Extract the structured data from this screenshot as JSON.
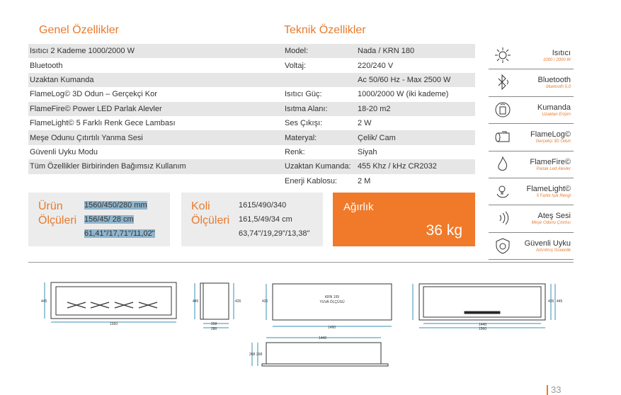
{
  "headings": {
    "general": "Genel Özellikler",
    "technical": "Teknik Özellikler"
  },
  "general_features": [
    "Isıtıcı 2 Kademe 1000/2000 W",
    "Bluetooth",
    "Uzaktan Kumanda",
    "FlameLog© 3D Odun – Gerçekçi Kor",
    "FlameFire© Power LED  Parlak Alevler",
    "FlameLight© 5 Farklı Renk Gece Lambası",
    "Meşe Odunu Çıtırtılı Yanma Sesi",
    "Güvenli Uyku Modu",
    "Tüm Özellikler Birbirinden Bağımsız Kullanım",
    "",
    ""
  ],
  "technical": [
    {
      "label": "Model:",
      "value": "Nada / KRN 180"
    },
    {
      "label": "Voltaj:",
      "value": "220/240 V"
    },
    {
      "label": "",
      "value": "Ac 50/60 Hz - Max 2500 W"
    },
    {
      "label": "Isıtıcı Güç:",
      "value": "1000/2000 W (iki kademe)"
    },
    {
      "label": "Isıtma Alanı:",
      "value": "18-20 m2"
    },
    {
      "label": "Ses Çıkışı:",
      "value": "2 W"
    },
    {
      "label": "Materyal:",
      "value": "Çelik/ Cam"
    },
    {
      "label": "Renk:",
      "value": "Siyah"
    },
    {
      "label": "Uzaktan Kumanda:",
      "value": "455 Khz / kHz CR2032"
    },
    {
      "label": "Enerji Kablosu:",
      "value": "2 M"
    }
  ],
  "product": {
    "title1": "Ürün",
    "title2": "Ölçüleri",
    "mm": "1560/450/280 mm",
    "cm": "156/45/ 28 cm",
    "inch": "61,41\"/17,71\"/11,02\""
  },
  "package": {
    "title1": "Koli",
    "title2": "Ölçüleri",
    "mm": "1615/490/340",
    "cm": "161,5/49/34 cm",
    "inch": "63,74\"/19,29\"/13,38\""
  },
  "weight": {
    "label": "Ağırlık",
    "value": "36 kg"
  },
  "icons": [
    {
      "icon": "sun-icon",
      "name": "Isıtıcı",
      "sub": "1000 / 2000 W"
    },
    {
      "icon": "bluetooth-icon",
      "name": "Bluetooth",
      "sub": "bluetooth 5.0"
    },
    {
      "icon": "remote-icon",
      "name": "Kumanda",
      "sub": "Uzaktan Erişim"
    },
    {
      "icon": "log-icon",
      "name": "FlameLog©",
      "sub": "Gerçekçi 3D Odun"
    },
    {
      "icon": "flame-icon",
      "name": "FlameFire©",
      "sub": "Parlak Led Alevler"
    },
    {
      "icon": "bulb-moon-icon",
      "name": "FlameLight©",
      "sub": "5 Farklı Işık Rengi"
    },
    {
      "icon": "sound-icon",
      "name": "Ateş Sesi",
      "sub": "Meşe Odunu Çıtırtısı"
    },
    {
      "icon": "shield-sleep-icon",
      "name": "Güvenli Uyku",
      "sub": "Artırılmış Güvenlik"
    }
  ],
  "drawings": {
    "front_w": "1560",
    "front_h": "445",
    "side_h": "445",
    "side_h2": "426",
    "side_d1": "268",
    "side_d2": "280",
    "niche_label1": "KRN 155",
    "niche_label2": "YUVA  ÖLÇÜSÜ",
    "niche_w": "1490",
    "niche_h": "426",
    "top_w": "1440",
    "top_d1": "268",
    "top_d2": "268",
    "back_w1": "1440",
    "back_w2": "1560",
    "back_h1": "426",
    "back_h2": "445"
  },
  "page_number": "33"
}
